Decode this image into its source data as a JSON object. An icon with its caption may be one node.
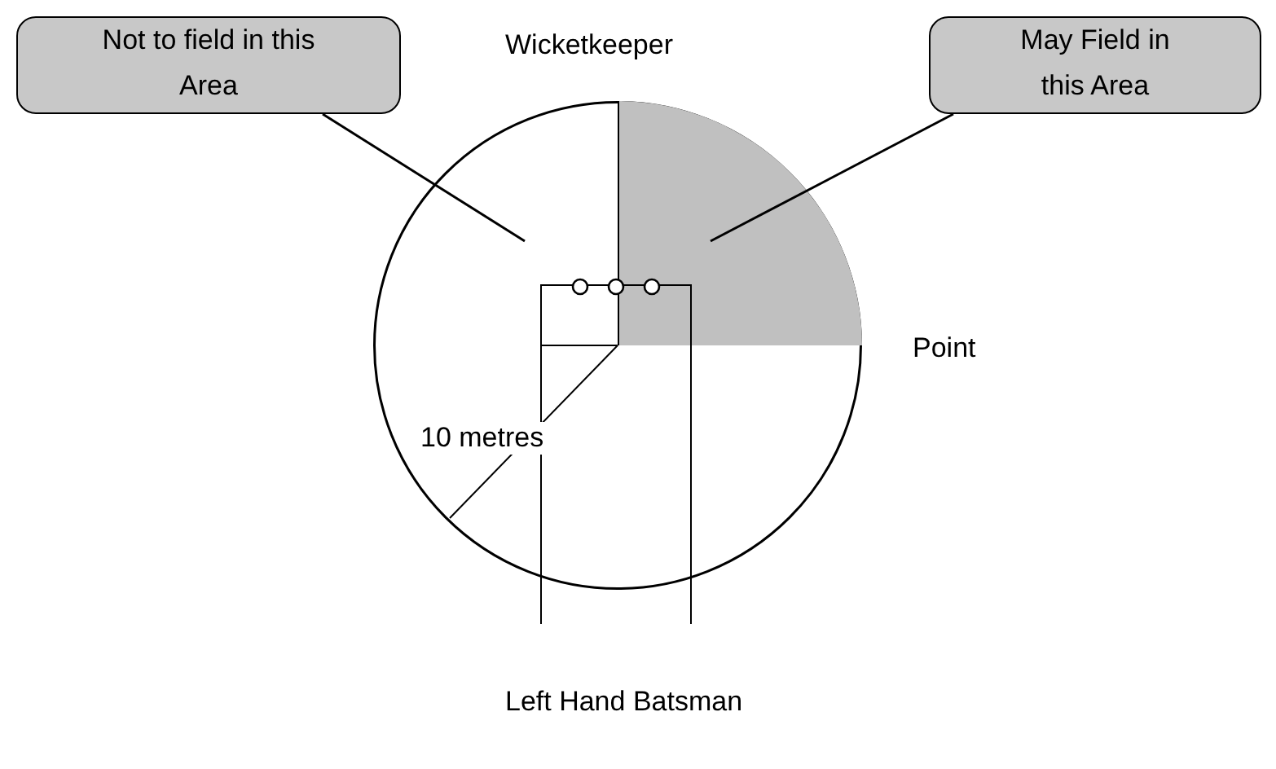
{
  "diagram": {
    "nodes": [
      {
        "text": [
          "Not to field in this Area"
        ]
      },
      {
        "text": [
          "May Field in this Area"
        ]
      },
      {
        "text": [],
        "shape": "circle"
      },
      {
        "text": [],
        "shape": "sector",
        "in": 2
      }
    ],
    "edges": [
      {
        "from": 0,
        "to": 2,
        "arrow": "none"
      },
      {
        "from": 1,
        "to": 3,
        "arrow": "none"
      }
    ],
    "labels": [
      "Wicketkeeper",
      "Point",
      "10 metres",
      "Left Hand Batsman"
    ]
  }
}
